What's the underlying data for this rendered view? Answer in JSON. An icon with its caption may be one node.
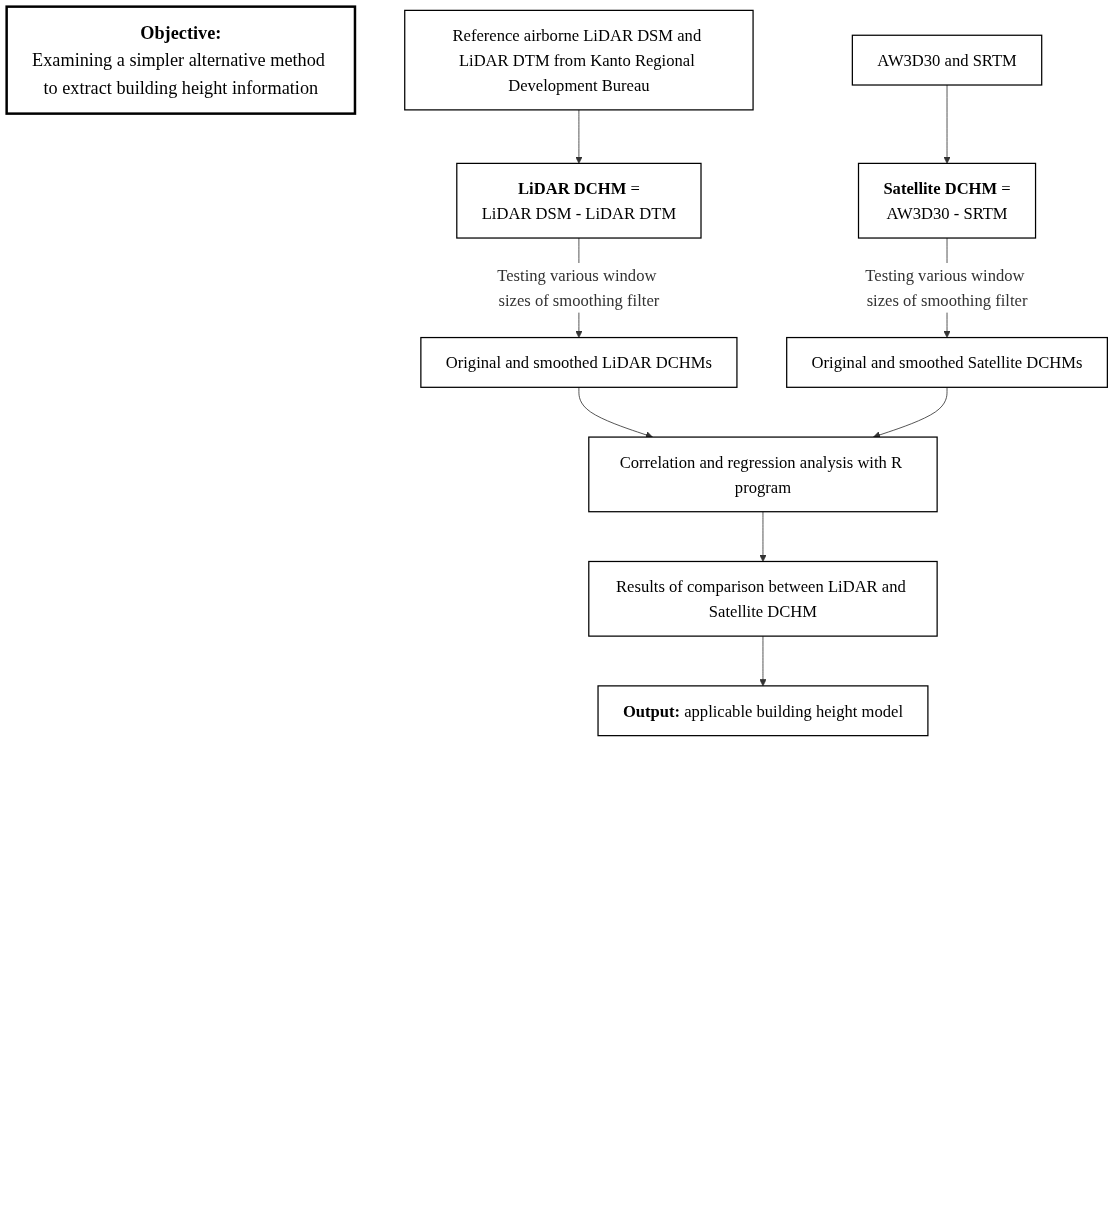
{
  "diagram": {
    "nodes": [
      {
        "text": [
          "Objective:",
          "Examining a simpler alternative method to extract building height information"
        ]
      },
      {
        "text": [
          "Reference airborne LiDAR DSM and LiDAR DTM from Kanto Regional Development Bureau"
        ]
      },
      {
        "text": [
          "AW3D30 and SRTM"
        ]
      },
      {
        "text": [
          "**LiDAR DCHM** =",
          "LiDAR DSM - LiDAR DTM"
        ]
      },
      {
        "text": [
          "**Satellite DCHM** =",
          "AW3D30 - SRTM"
        ]
      },
      {
        "text": [
          "Original and smoothed LiDAR DCHMs"
        ]
      },
      {
        "text": [
          "Original and smoothed Satellite DCHMs"
        ]
      },
      {
        "text": [
          "Correlation and regression analysis with R program"
        ]
      },
      {
        "text": [
          "Results of comparison between LiDAR and Satellite DCHM"
        ]
      },
      {
        "text": [
          "**Output:** applicable building height model"
        ]
      }
    ],
    "edges": [
      {
        "from": 1,
        "to": 3,
        "arrow": "to"
      },
      {
        "from": 2,
        "to": 4,
        "arrow": "to"
      },
      {
        "from": 3,
        "to": 5,
        "arrow": "to",
        "label": "Testing various window sizes of smoothing filter"
      },
      {
        "from": 4,
        "to": 6,
        "arrow": "to",
        "label": "Testing various window sizes of smoothing filter"
      },
      {
        "from": 5,
        "to": 7,
        "arrow": "to"
      },
      {
        "from": 6,
        "to": 7,
        "arrow": "to"
      },
      {
        "from": 7,
        "to": 8,
        "arrow": "to"
      },
      {
        "from": 8,
        "to": 9,
        "arrow": "to"
      }
    ]
  }
}
